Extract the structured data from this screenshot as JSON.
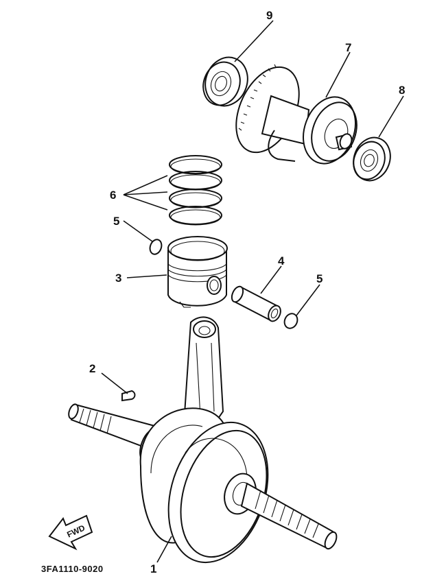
{
  "callouts": {
    "c1": "1",
    "c2": "2",
    "c3": "3",
    "c4": "4",
    "c5a": "5",
    "c5b": "5",
    "c6": "6",
    "c7": "7",
    "c8": "8",
    "c9": "9"
  },
  "fwd_label": "FWD",
  "drawing_code": "3FA1110-9020",
  "icons": {
    "fwd": "fwd-arrow-icon"
  }
}
